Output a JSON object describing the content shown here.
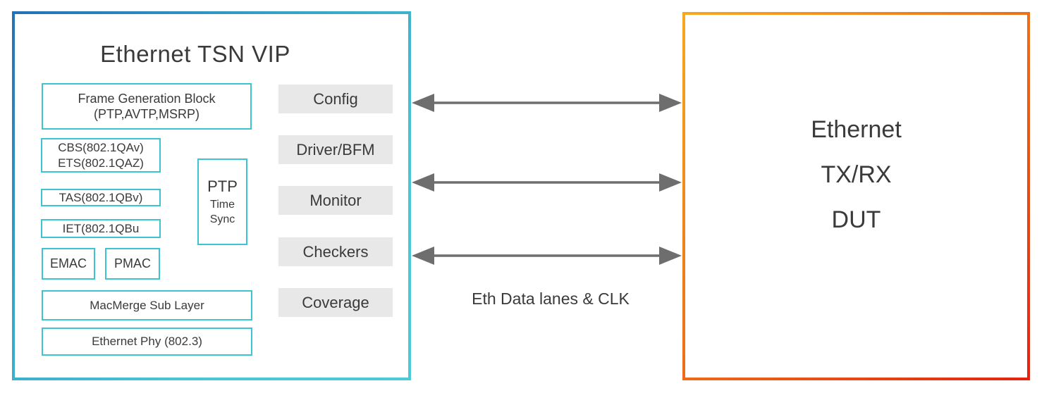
{
  "vip": {
    "title": "Ethernet TSN VIP",
    "blocks": {
      "frame_gen": {
        "line1": "Frame Generation Block",
        "line2": "(PTP,AVTP,MSRP)"
      },
      "cbs_ets": {
        "line1": "CBS(802.1QAv)",
        "line2": "ETS(802.1QAZ)"
      },
      "tas": "TAS(802.1QBv)",
      "iet": "IET(802.1QBu",
      "ptp": {
        "line1": "PTP",
        "line2": "Time",
        "line3": "Sync"
      },
      "emac": "EMAC",
      "pmac": "PMAC",
      "macmerge": "MacMerge Sub Layer",
      "phy": "Ethernet Phy (802.3)"
    },
    "components": [
      "Config",
      "Driver/BFM",
      "Monitor",
      "Checkers",
      "Coverage"
    ]
  },
  "dut": {
    "lines": [
      "Ethernet",
      "TX/RX",
      "DUT"
    ]
  },
  "connection_label": "Eth Data lanes & CLK",
  "colors": {
    "vip_border_start": "#2371b7",
    "vip_border_end": "#4bcbd8",
    "dut_border_start": "#f7a820",
    "dut_border_end": "#e32310",
    "inner_block_border": "#3ec4d1",
    "component_chip_bg": "#e8e8e8",
    "arrow": "#6e6e6e",
    "text": "#3a3a3a"
  }
}
